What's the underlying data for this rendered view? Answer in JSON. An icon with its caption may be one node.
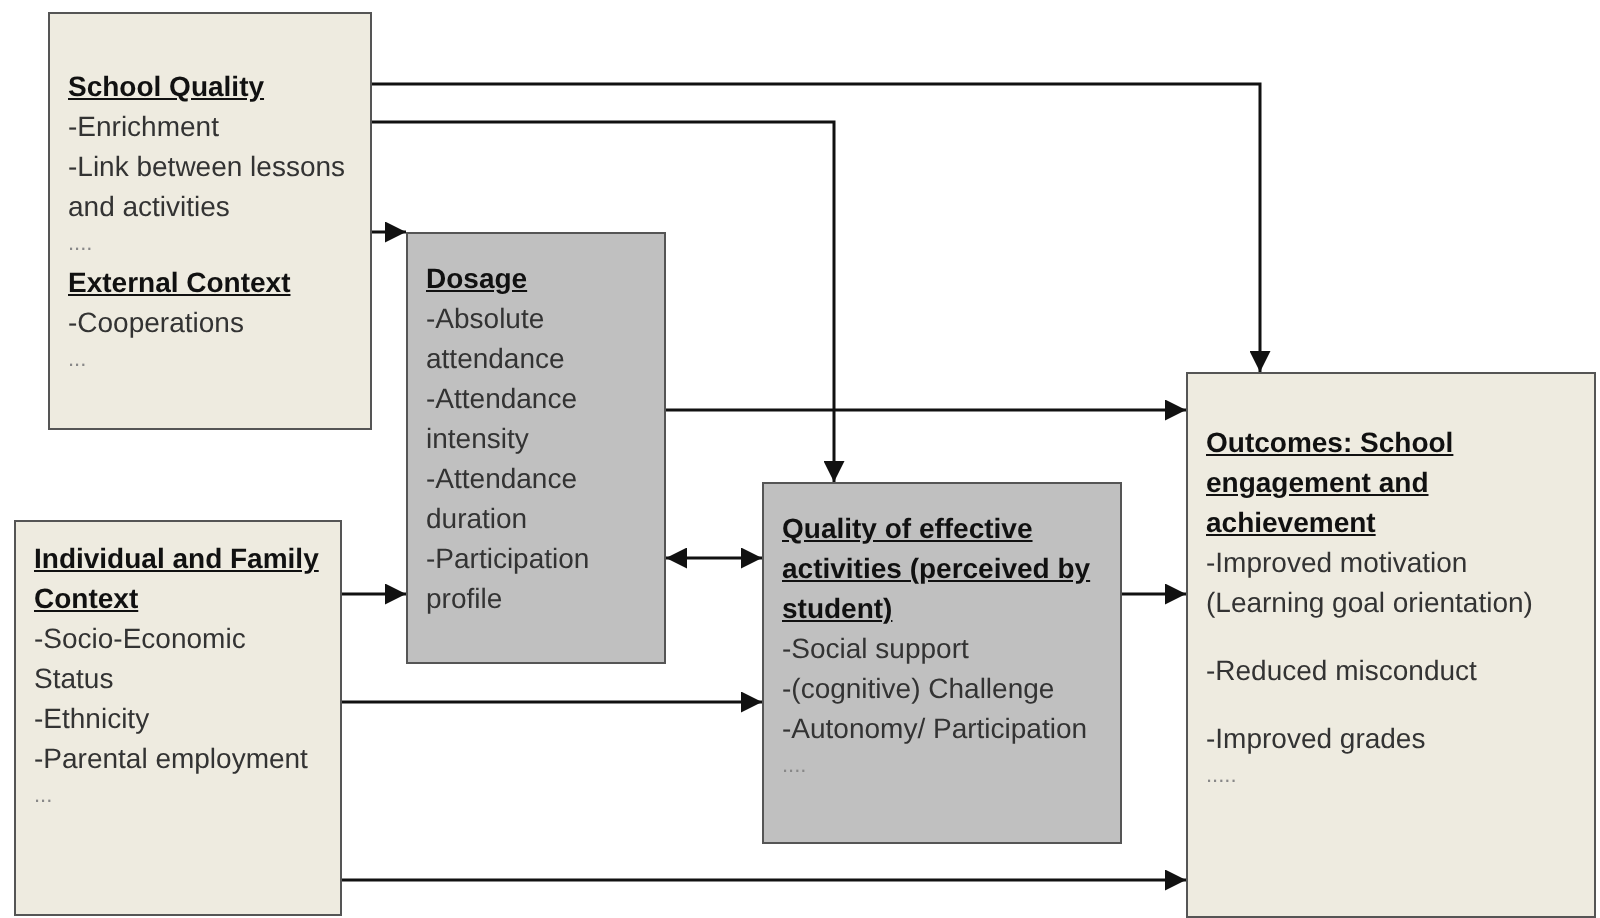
{
  "diagram": {
    "nodes": [
      {
        "text": [
          "School Quality",
          "-Enrichment",
          "-Link between lessons and activities",
          "....",
          "External Context",
          "-Cooperations",
          "..."
        ]
      },
      {
        "text": [
          "Dosage",
          "-Absolute attendance",
          "-Attendance intensity",
          "-Attendance duration",
          "-Participation profile"
        ]
      },
      {
        "text": [
          "Individual and Family Context",
          "-Socio-Economic Status",
          "-Ethnicity",
          "-Parental employment",
          "..."
        ]
      },
      {
        "text": [
          "Quality of effective activities (perceived by student)",
          "-Social support",
          "-(cognitive) Challenge",
          "-Autonomy/ Participation",
          "...."
        ]
      },
      {
        "text": [
          "Outcomes: School engagement and achievement",
          "-Improved motivation (Learning goal orientation)",
          "-Reduced misconduct",
          "-Improved grades",
          "....."
        ]
      }
    ],
    "edges": [
      {
        "from": 0,
        "to": 4,
        "arrow": "to"
      },
      {
        "from": 0,
        "to": 3,
        "arrow": "to"
      },
      {
        "from": 0,
        "to": 1,
        "arrow": "to"
      },
      {
        "from": 1,
        "to": 4,
        "arrow": "to"
      },
      {
        "from": 1,
        "to": 3,
        "arrow": "both"
      },
      {
        "from": 2,
        "to": 1,
        "arrow": "to"
      },
      {
        "from": 2,
        "to": 3,
        "arrow": "to"
      },
      {
        "from": 2,
        "to": 4,
        "arrow": "to"
      },
      {
        "from": 3,
        "to": 4,
        "arrow": "to"
      }
    ]
  }
}
